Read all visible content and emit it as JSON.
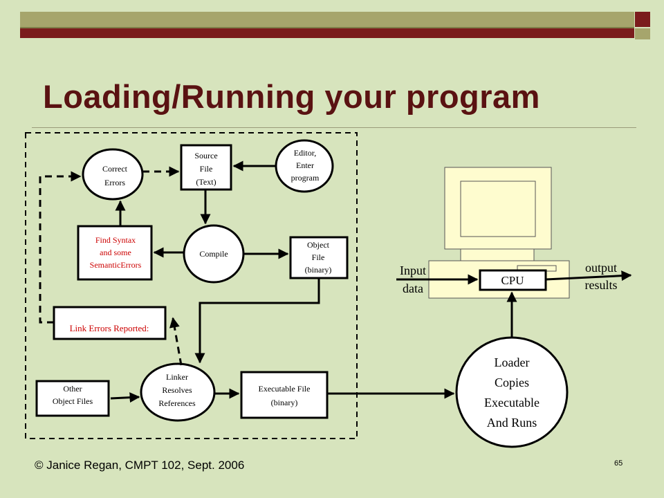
{
  "slide": {
    "title": "Loading/Running your program",
    "footer": "© Janice Regan, CMPT 102, Sept. 2006",
    "page_number": "65"
  },
  "nodes": {
    "correct_errors": [
      "Correct",
      "Errors"
    ],
    "source_file": [
      "Source",
      "File",
      "(Text)"
    ],
    "editor": [
      "Editor,",
      "Enter",
      "program"
    ],
    "find_syntax": [
      "Find Syntax",
      "and some",
      "SemanticErrors"
    ],
    "compile": [
      "Compile"
    ],
    "object_file": [
      "Object",
      "File",
      "(binary)"
    ],
    "link_errors": [
      "Link Errors Reported:"
    ],
    "other_object_files": [
      "Other",
      "Object Files"
    ],
    "linker": [
      "Linker",
      "Resolves",
      "References"
    ],
    "executable_file": [
      "Executable File",
      "(binary)"
    ],
    "loader": [
      "Loader",
      "Copies",
      "Executable",
      "And Runs"
    ],
    "cpu": [
      "CPU"
    ],
    "input_data": [
      "Input",
      "data"
    ],
    "output_results": [
      "output",
      "results"
    ]
  },
  "colors": {
    "background": "#d7e4bd",
    "title": "#5a1212",
    "error_text": "#cc0000",
    "monitor": "#fefccf"
  }
}
